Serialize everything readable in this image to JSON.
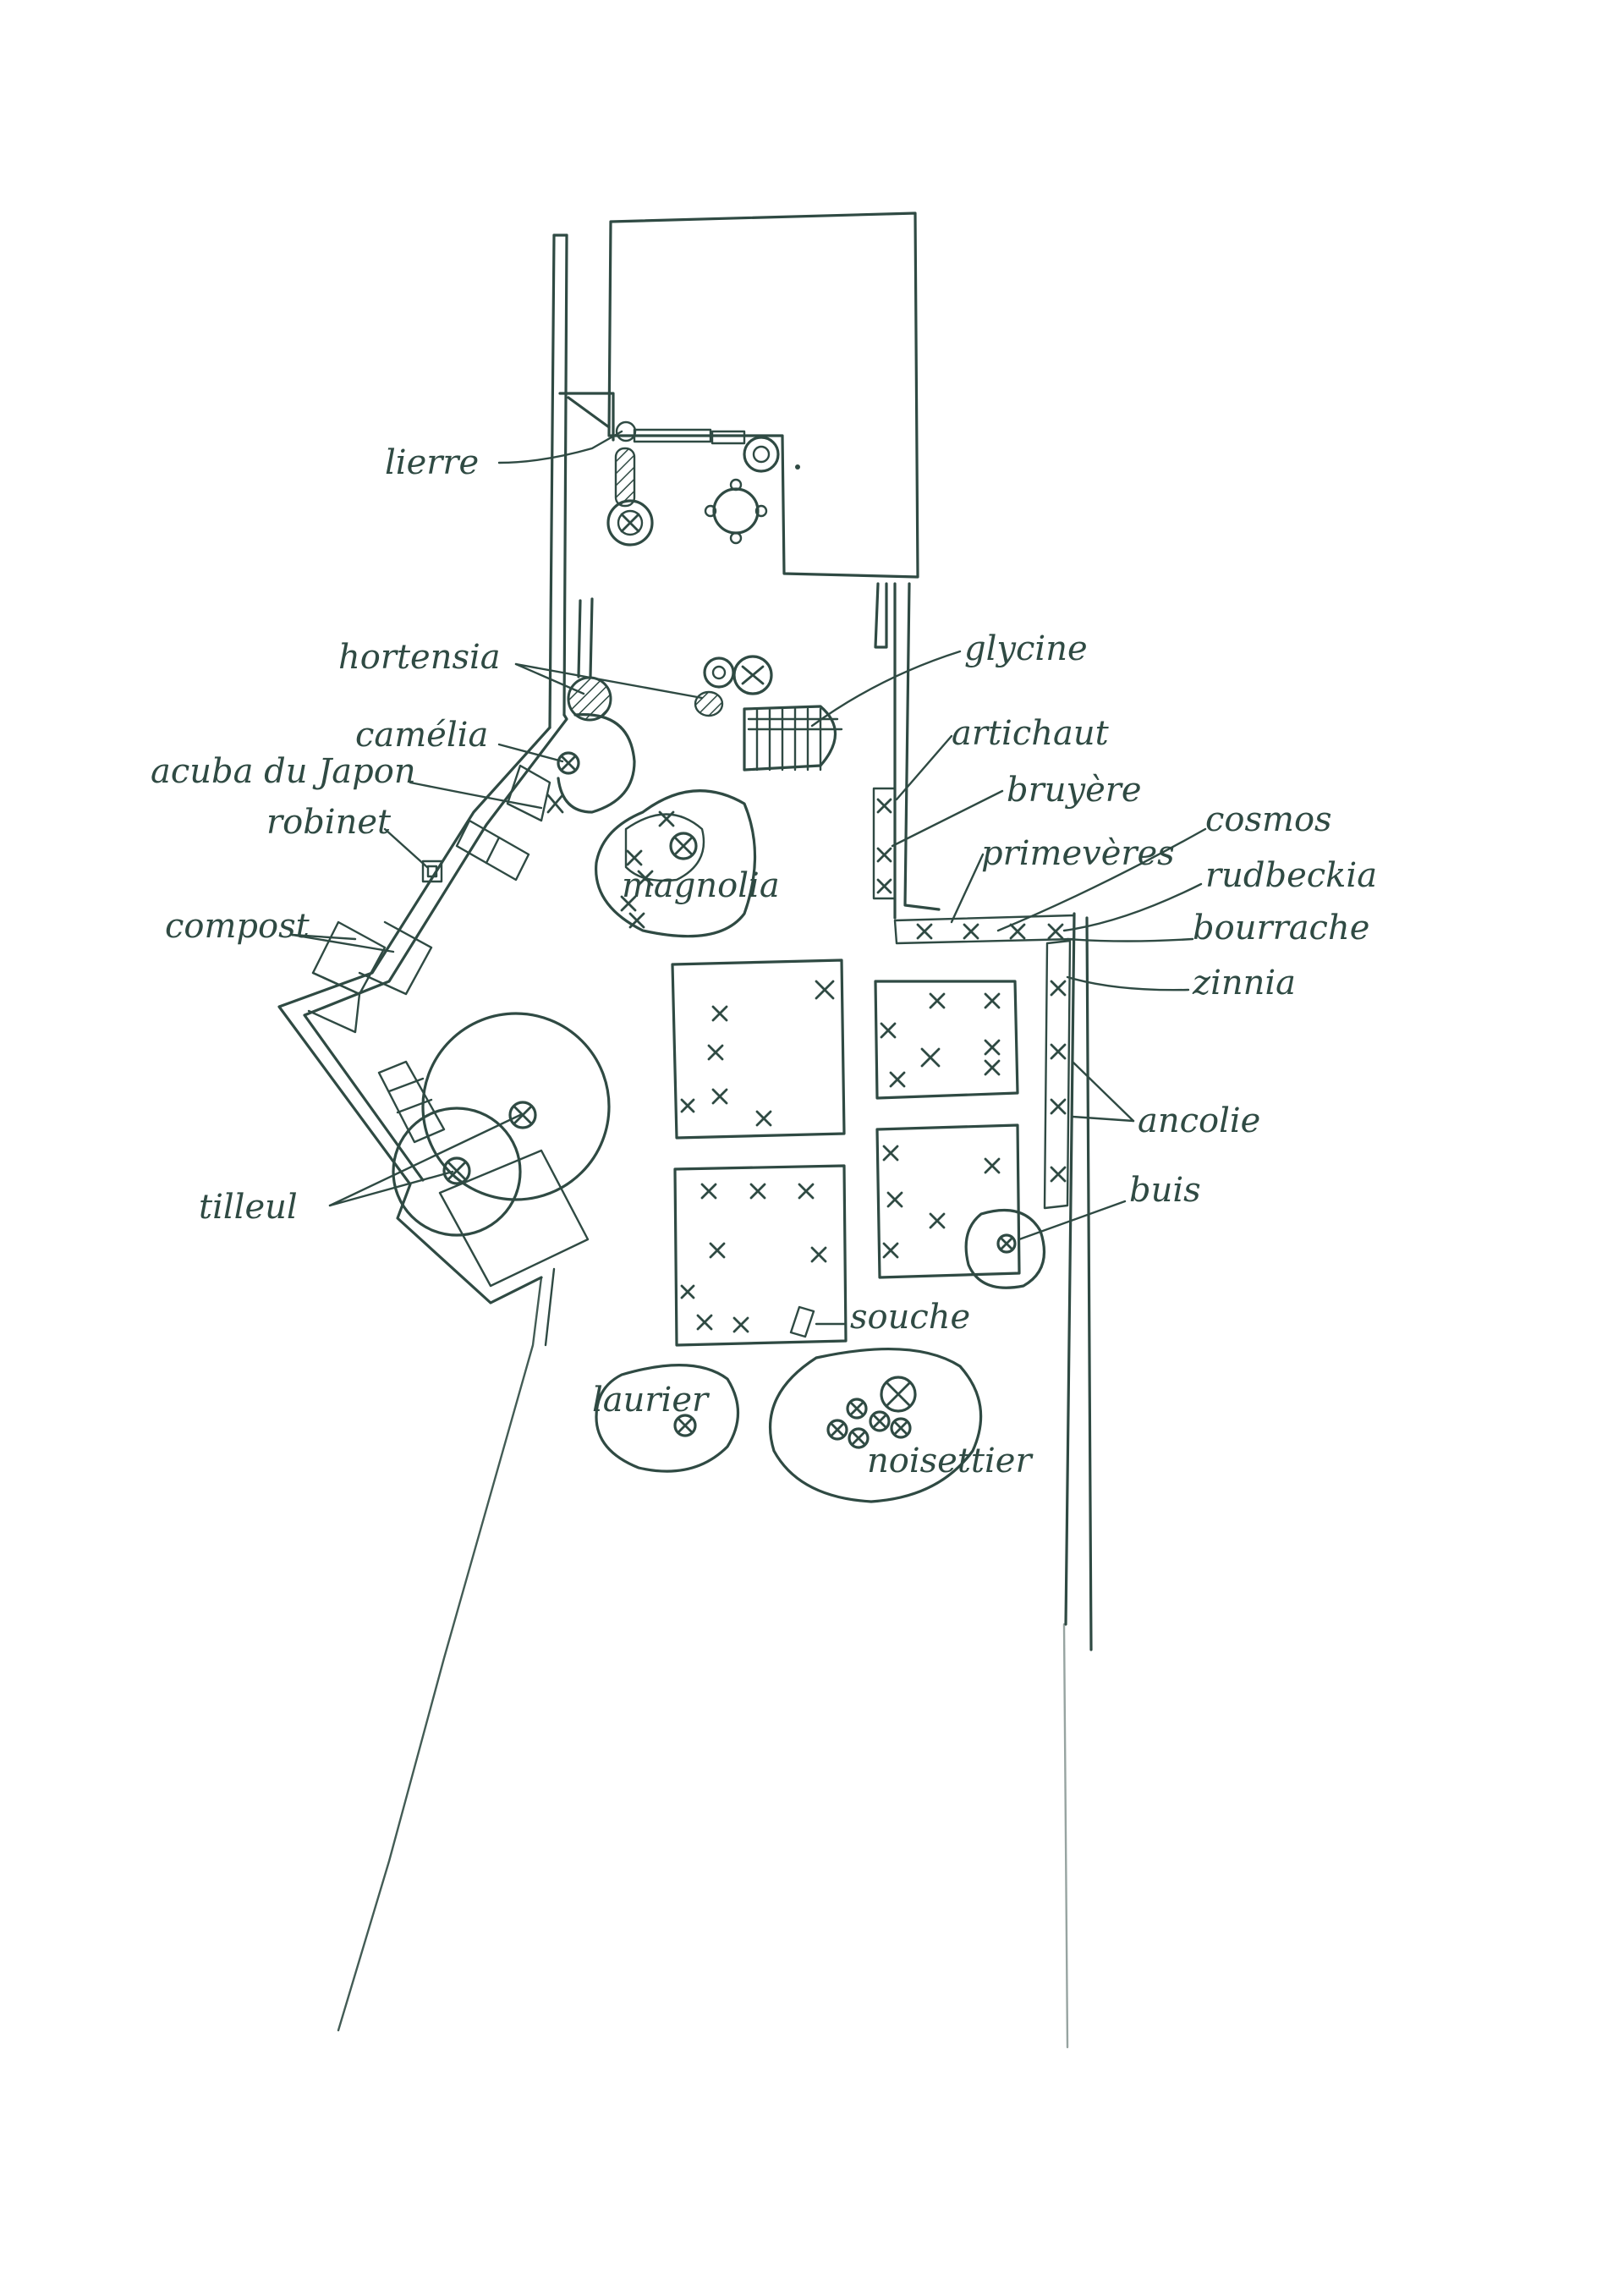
{
  "labels": {
    "lierre": "lierre",
    "hortensia": "hortensia",
    "camelia": "camélia",
    "acuba": "acuba du Japon",
    "robinet": "robinet",
    "compost": "compost",
    "tilleul": "tilleul",
    "glycine": "glycine",
    "artichaut": "artichaut",
    "bruyere": "bruyère",
    "cosmos": "cosmos",
    "primeveres": "primevères",
    "rudbeckia": "rudbeckia",
    "bourrache": "bourrache",
    "zinnia": "zinnia",
    "ancolie": "ancolie",
    "buis": "buis",
    "magnolia": "magnolia",
    "souche": "souche",
    "laurier": "laurier",
    "noisettier": "noisettier"
  },
  "colors": {
    "ink": "#2f4a43",
    "paper": "#ffffff"
  }
}
